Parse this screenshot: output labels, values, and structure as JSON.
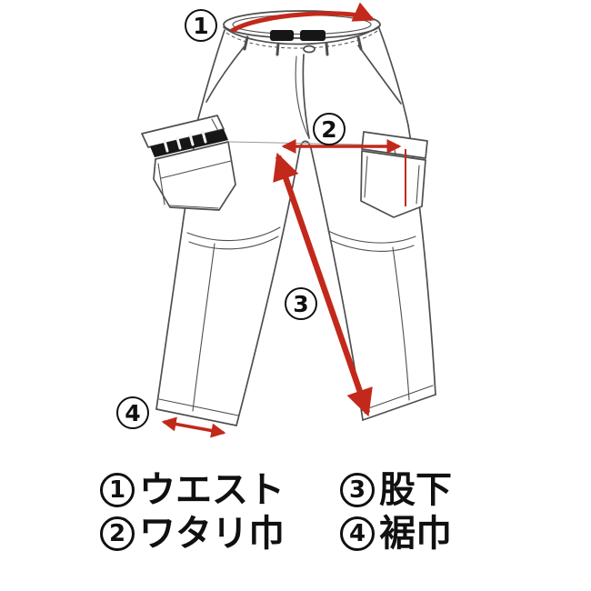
{
  "colors": {
    "bg": "#ffffff",
    "line": "#4f4f4f",
    "accent": "#c2291b",
    "ink": "#101010"
  },
  "markers": [
    "1",
    "2",
    "3",
    "4"
  ],
  "legend": {
    "rows": [
      [
        {
          "num": "1",
          "term": "ウエスト"
        },
        {
          "num": "3",
          "term": "股下"
        }
      ],
      [
        {
          "num": "2",
          "term": "ワタリ巾"
        },
        {
          "num": "4",
          "term": "裾巾"
        }
      ]
    ]
  }
}
